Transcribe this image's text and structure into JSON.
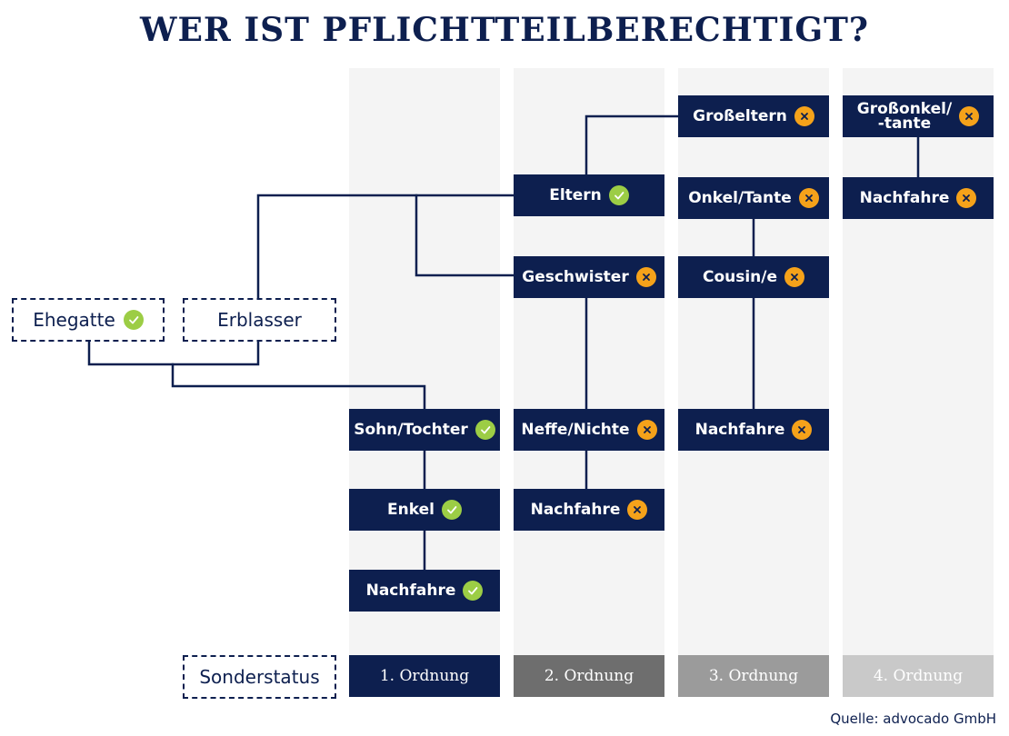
{
  "title": "WER IST PFLICHTTEILBERECHTIGT?",
  "colors": {
    "navy": "#0d1f4f",
    "check_green": "#9ccd45",
    "cross_orange": "#f5a21a",
    "column_bg": "#f4f4f4"
  },
  "people": {
    "ehegatte": {
      "label": "Ehegatte",
      "status": "check"
    },
    "erblasser": {
      "label": "Erblasser"
    },
    "sonderstatus": {
      "label": "Sonderstatus"
    }
  },
  "nodes": {
    "sohn_tochter": {
      "label": "Sohn/Tochter",
      "status": "check"
    },
    "enkel": {
      "label": "Enkel",
      "status": "check"
    },
    "nachfahre_1": {
      "label": "Nachfahre",
      "status": "check"
    },
    "eltern": {
      "label": "Eltern",
      "status": "check"
    },
    "geschwister": {
      "label": "Geschwister",
      "status": "cross"
    },
    "neffe_nichte": {
      "label": "Neffe/Nichte",
      "status": "cross"
    },
    "nachfahre_2": {
      "label": "Nachfahre",
      "status": "cross"
    },
    "grosseltern": {
      "label": "Großeltern",
      "status": "cross"
    },
    "onkel_tante": {
      "label": "Onkel/Tante",
      "status": "cross"
    },
    "cousin": {
      "label": "Cousin/e",
      "status": "cross"
    },
    "nachfahre_3": {
      "label": "Nachfahre",
      "status": "cross"
    },
    "grossonkel_line1": "Großonkel/",
    "grossonkel_line2": "-tante",
    "grossonkel_status": "cross",
    "nachfahre_4": {
      "label": "Nachfahre",
      "status": "cross"
    }
  },
  "ordnungen": [
    {
      "label": "1. Ordnung",
      "color": "#0d1f4f"
    },
    {
      "label": "2. Ordnung",
      "color": "#6e6e6e"
    },
    {
      "label": "3. Ordnung",
      "color": "#9b9b9b"
    },
    {
      "label": "4. Ordnung",
      "color": "#c9c9c9"
    }
  ],
  "source": "Quelle: advocado GmbH"
}
